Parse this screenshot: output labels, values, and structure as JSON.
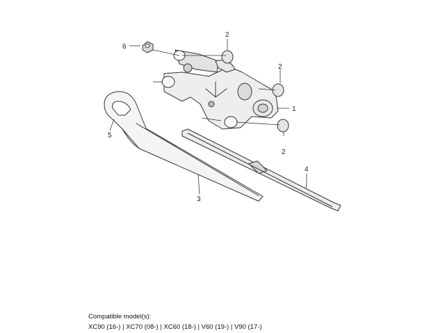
{
  "callouts": [
    {
      "id": "1",
      "text": "1"
    },
    {
      "id": "2a",
      "text": "2"
    },
    {
      "id": "2b",
      "text": "2"
    },
    {
      "id": "2c",
      "text": "2"
    },
    {
      "id": "3",
      "text": "3"
    },
    {
      "id": "4",
      "text": "4"
    },
    {
      "id": "5",
      "text": "5"
    },
    {
      "id": "6",
      "text": "6"
    }
  ],
  "footer": {
    "label": "Compatible model(s):",
    "models": "XC90 (16-) | XC70 (08-) | XC60 (18-) | V60 (19-) | V90 (17-)"
  }
}
